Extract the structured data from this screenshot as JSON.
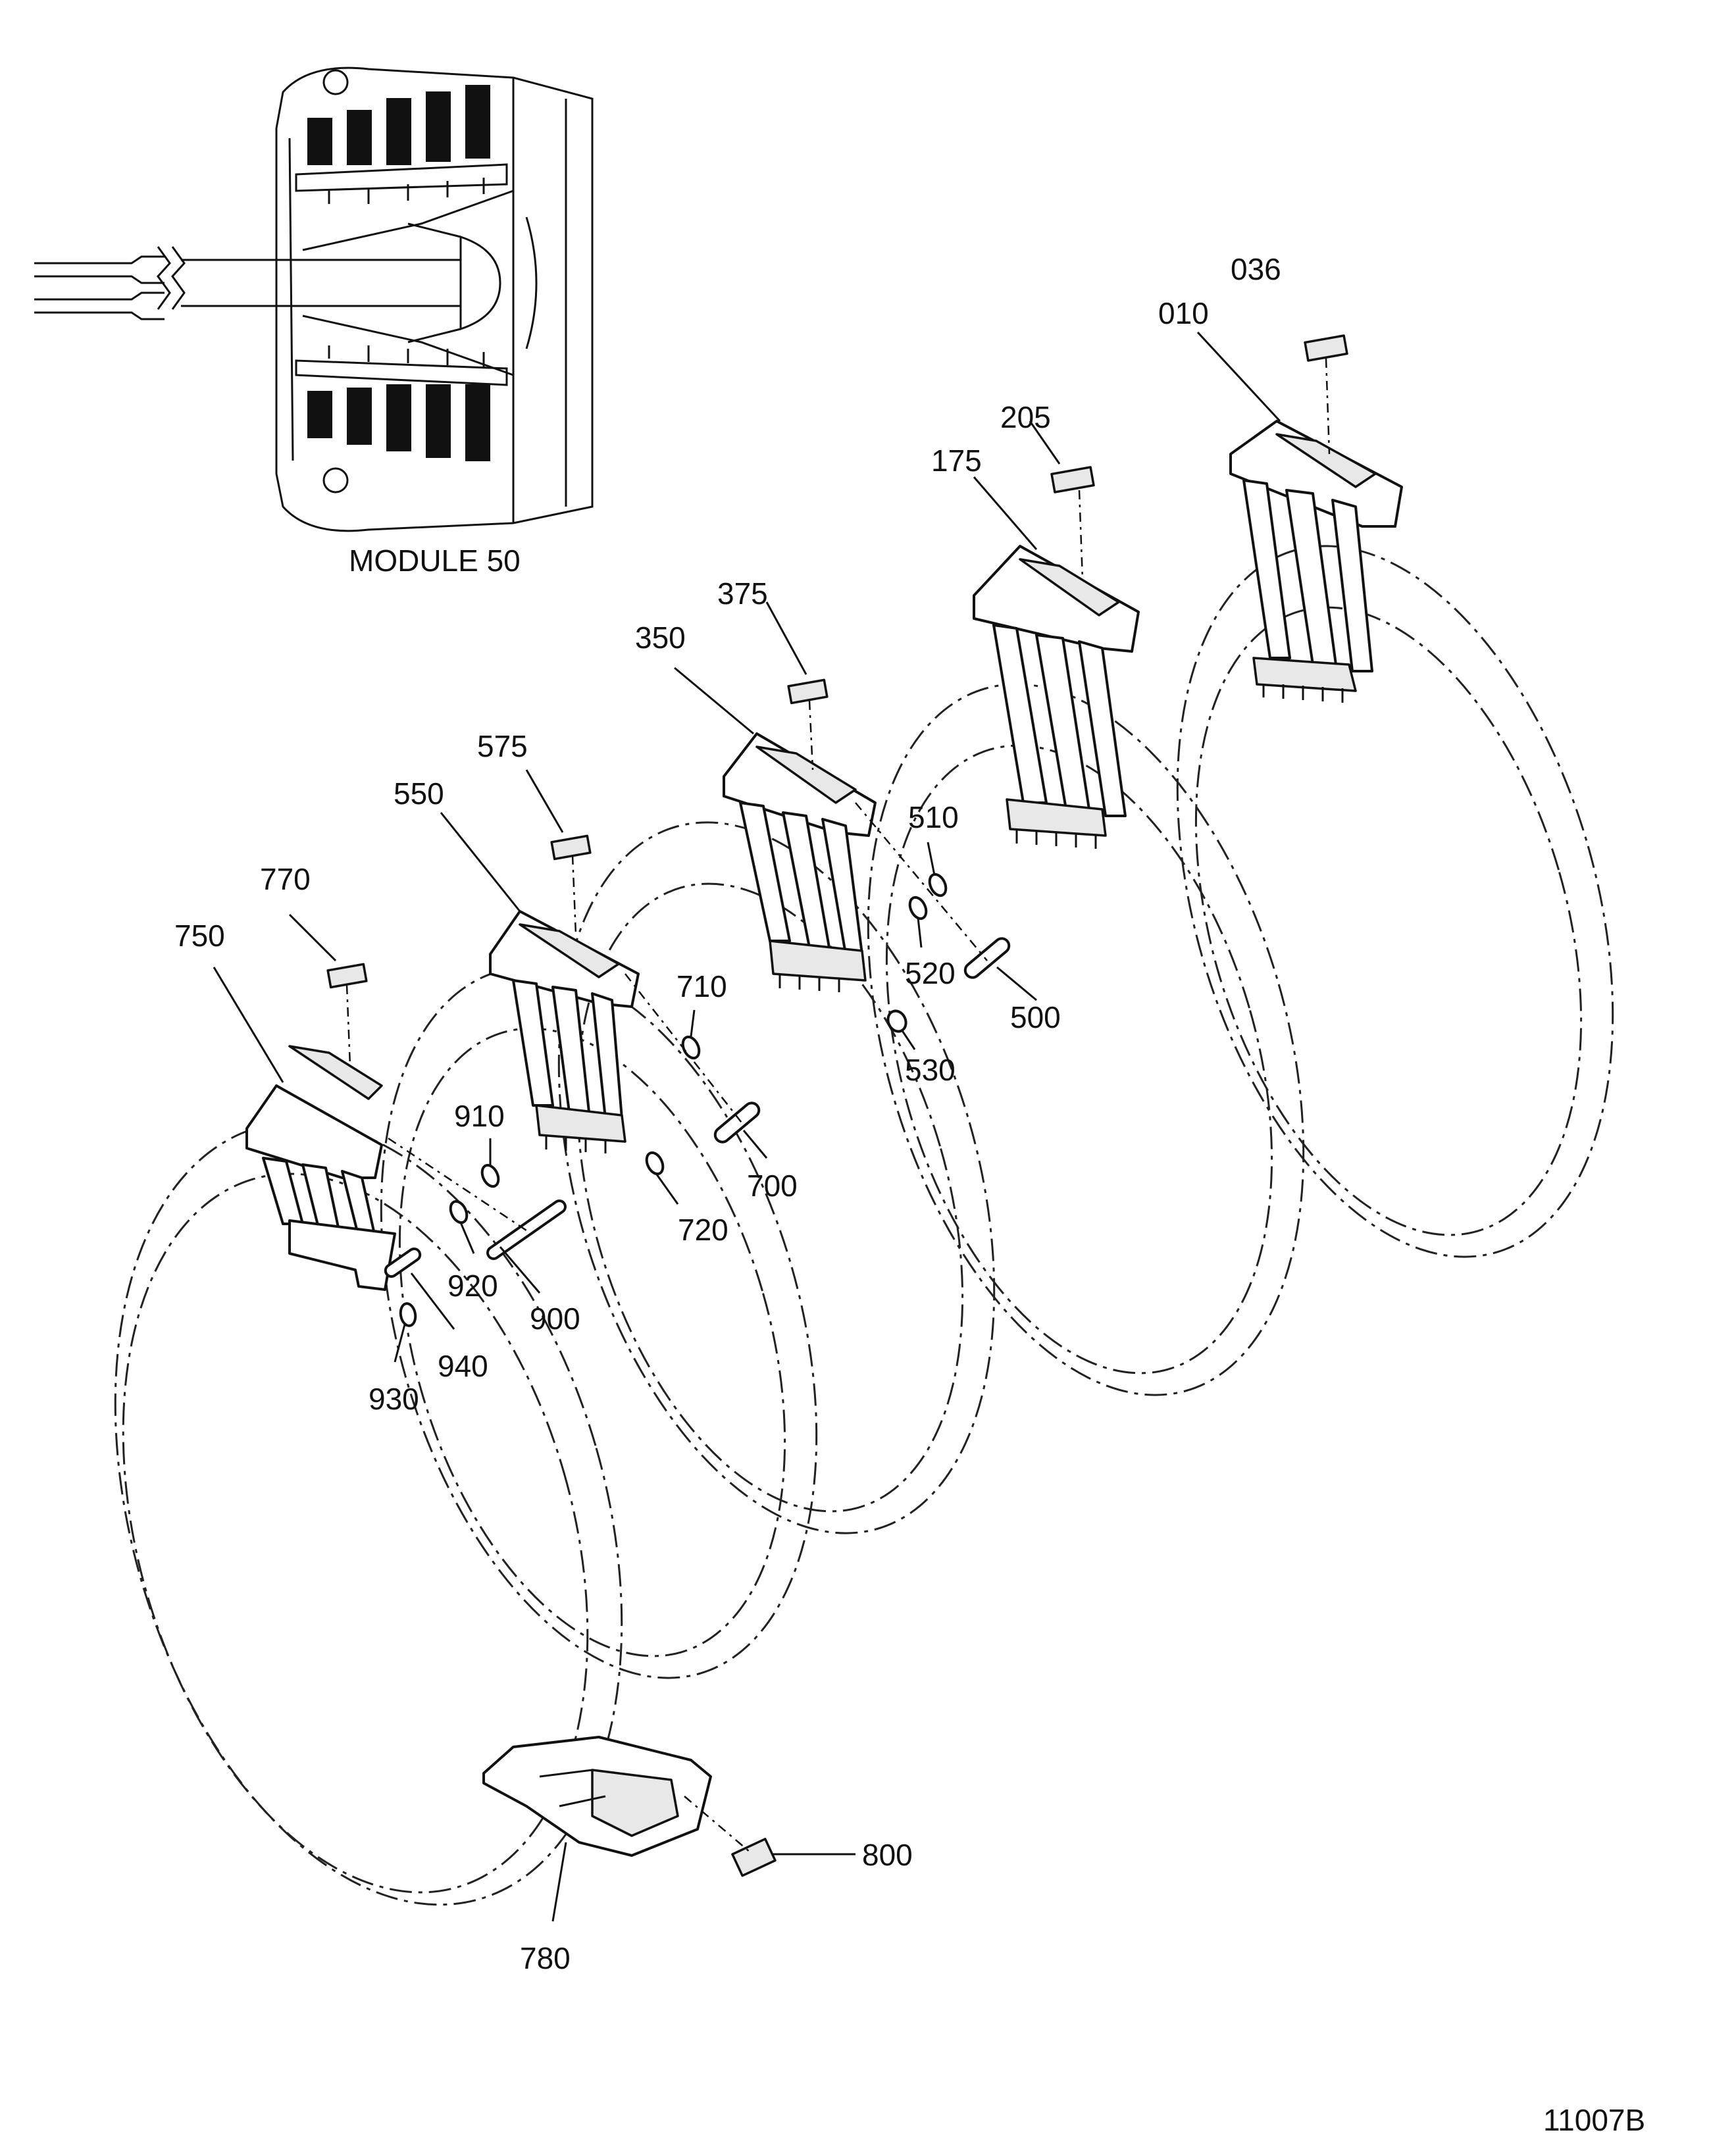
{
  "inset": {
    "caption": "MODULE 50"
  },
  "figure_id": "11007B",
  "callouts": [
    {
      "id": "036",
      "text": "036"
    },
    {
      "id": "010",
      "text": "010"
    },
    {
      "id": "205",
      "text": "205"
    },
    {
      "id": "175",
      "text": "175"
    },
    {
      "id": "375",
      "text": "375"
    },
    {
      "id": "350",
      "text": "350"
    },
    {
      "id": "575",
      "text": "575"
    },
    {
      "id": "550",
      "text": "550"
    },
    {
      "id": "770",
      "text": "770"
    },
    {
      "id": "750",
      "text": "750"
    },
    {
      "id": "510",
      "text": "510"
    },
    {
      "id": "520",
      "text": "520"
    },
    {
      "id": "500",
      "text": "500"
    },
    {
      "id": "530",
      "text": "530"
    },
    {
      "id": "710",
      "text": "710"
    },
    {
      "id": "700",
      "text": "700"
    },
    {
      "id": "720",
      "text": "720"
    },
    {
      "id": "910",
      "text": "910"
    },
    {
      "id": "920",
      "text": "920"
    },
    {
      "id": "900",
      "text": "900"
    },
    {
      "id": "940",
      "text": "940"
    },
    {
      "id": "930",
      "text": "930"
    },
    {
      "id": "800",
      "text": "800"
    },
    {
      "id": "780",
      "text": "780"
    }
  ]
}
